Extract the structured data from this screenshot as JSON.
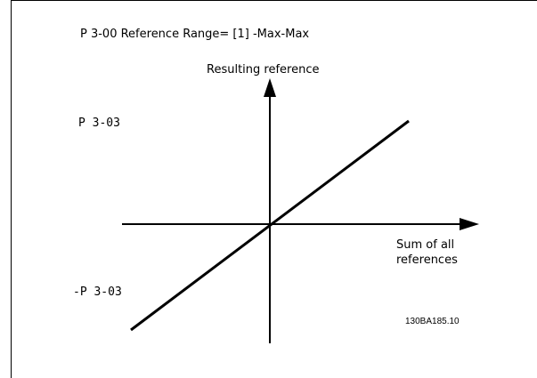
{
  "diagram": {
    "title": "P 3-00 Reference Range= [1] -Max-Max",
    "y_axis_label": "Resulting reference",
    "x_axis_label_line1": "Sum of all",
    "x_axis_label_line2": "references",
    "upper_reference": "P 3-03",
    "lower_reference": "-P 3-03",
    "figure_code": "130BA185.10",
    "colors": {
      "ink": "#000000",
      "background": "#ffffff"
    }
  }
}
